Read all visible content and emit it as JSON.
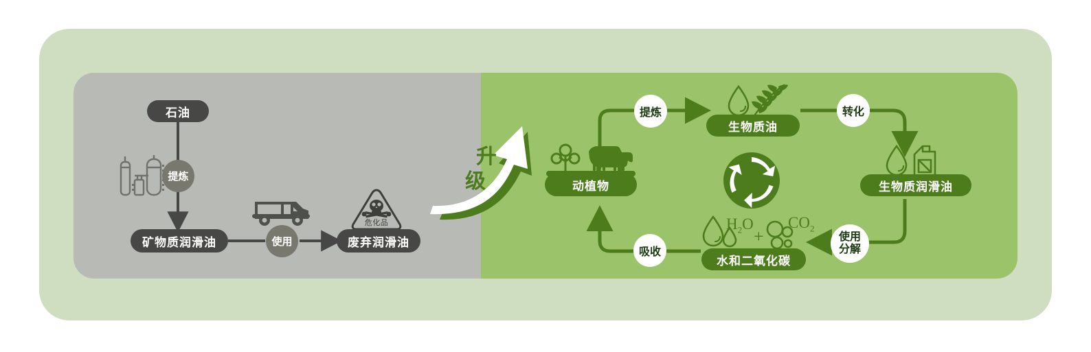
{
  "theme": {
    "outer_bg": "#cfdec1",
    "gray_panel": "#b8bbb5",
    "green_panel": "#9bc46a",
    "dark_pill": "#474746",
    "gray_badge": "#78786f",
    "dark_green": "#4c7c1b",
    "white": "#ffffff"
  },
  "traditional": {
    "nodes": [
      {
        "id": "petroleum",
        "label": "石油"
      },
      {
        "id": "mineral-lubricant",
        "label": "矿物质润滑油"
      },
      {
        "id": "waste-lubricant",
        "label": "废弃润滑油"
      }
    ],
    "steps": [
      {
        "id": "refine",
        "label": "提炼"
      },
      {
        "id": "use",
        "label": "使用"
      }
    ],
    "icons": [
      {
        "id": "refinery-icon",
        "label": "refinery-icon"
      },
      {
        "id": "truck-icon",
        "label": "truck-icon"
      },
      {
        "id": "hazard-icon",
        "label": "hazard-icon"
      }
    ],
    "hazard_text": "危化品"
  },
  "upgrade": {
    "label": "升级"
  },
  "biocycle": {
    "nodes": [
      {
        "id": "plants-animals",
        "label": "动植物"
      },
      {
        "id": "biomass-oil",
        "label": "生物质油"
      },
      {
        "id": "biomass-lubricant",
        "label": "生物质润滑油"
      },
      {
        "id": "water-co2",
        "label": "水和二氧化碳"
      }
    ],
    "steps": [
      {
        "id": "refine",
        "label": "提炼"
      },
      {
        "id": "convert",
        "label": "转化"
      },
      {
        "id": "absorb",
        "label": "吸收"
      },
      {
        "id": "use-decompose-line1",
        "label": "使用"
      },
      {
        "id": "use-decompose-line2",
        "label": "分解"
      }
    ],
    "chemicals": [
      {
        "id": "water",
        "formula": "H",
        "sub": "2",
        "tail": "O"
      },
      {
        "id": "plus",
        "symbol": "+"
      },
      {
        "id": "carbon-dioxide",
        "formula": "CO",
        "sub": "2",
        "tail": ""
      }
    ],
    "icons": [
      {
        "id": "cow-plant-icon",
        "label": "cow-plant-icon"
      },
      {
        "id": "droplet-wheat-icon",
        "label": "droplet-wheat-icon"
      },
      {
        "id": "recycle-icon",
        "label": "recycle-icon"
      },
      {
        "id": "droplet-jerrycan-icon",
        "label": "droplet-jerrycan-icon"
      },
      {
        "id": "droplets-bubbles-icon",
        "label": "droplets-bubbles-icon"
      }
    ]
  }
}
